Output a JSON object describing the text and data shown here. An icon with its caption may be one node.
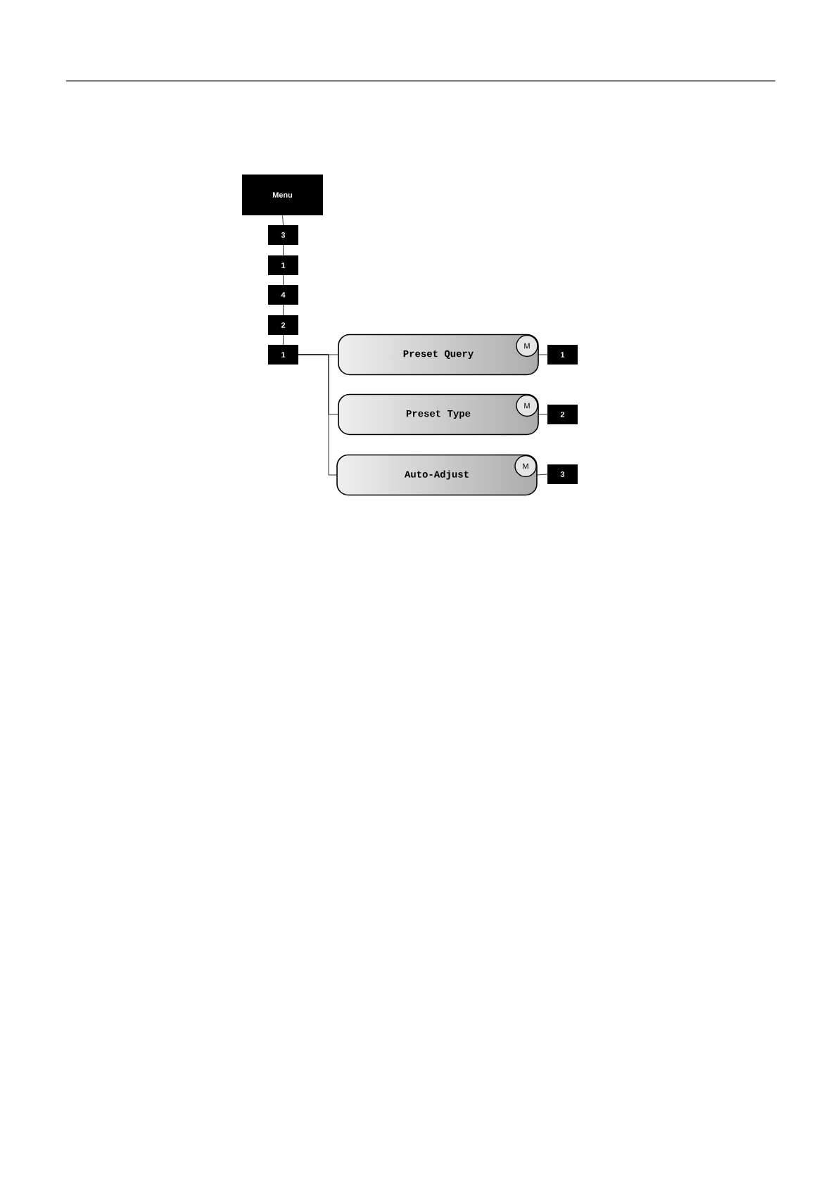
{
  "diagram": {
    "nodes": [
      {
        "text": [
          "Menu"
        ]
      },
      {
        "text": [
          "3"
        ]
      },
      {
        "text": [
          "1"
        ]
      },
      {
        "text": [
          "4"
        ]
      },
      {
        "text": [
          "2"
        ]
      },
      {
        "text": [
          "1"
        ]
      },
      {
        "text": [
          "Preset Query"
        ]
      },
      {
        "text": [
          "M"
        ],
        "in": 6
      },
      {
        "text": [
          "1"
        ]
      },
      {
        "text": [
          "Preset Type"
        ]
      },
      {
        "text": [
          "M"
        ],
        "in": 9
      },
      {
        "text": [
          "2"
        ]
      },
      {
        "text": [
          "Auto-Adjust"
        ]
      },
      {
        "text": [
          "M"
        ],
        "in": 12
      },
      {
        "text": [
          "3"
        ]
      }
    ],
    "edges": [
      {
        "from": 0,
        "to": 1,
        "arrow": "none"
      },
      {
        "from": 1,
        "to": 2,
        "arrow": "none"
      },
      {
        "from": 2,
        "to": 3,
        "arrow": "none"
      },
      {
        "from": 3,
        "to": 4,
        "arrow": "none"
      },
      {
        "from": 4,
        "to": 5,
        "arrow": "none"
      },
      {
        "from": 5,
        "to": 6,
        "arrow": "none"
      },
      {
        "from": 5,
        "to": 9,
        "arrow": "none"
      },
      {
        "from": 5,
        "to": 12,
        "arrow": "none"
      },
      {
        "from": 6,
        "to": 8,
        "arrow": "none"
      },
      {
        "from": 9,
        "to": 11,
        "arrow": "none"
      },
      {
        "from": 12,
        "to": 14,
        "arrow": "none"
      }
    ]
  }
}
